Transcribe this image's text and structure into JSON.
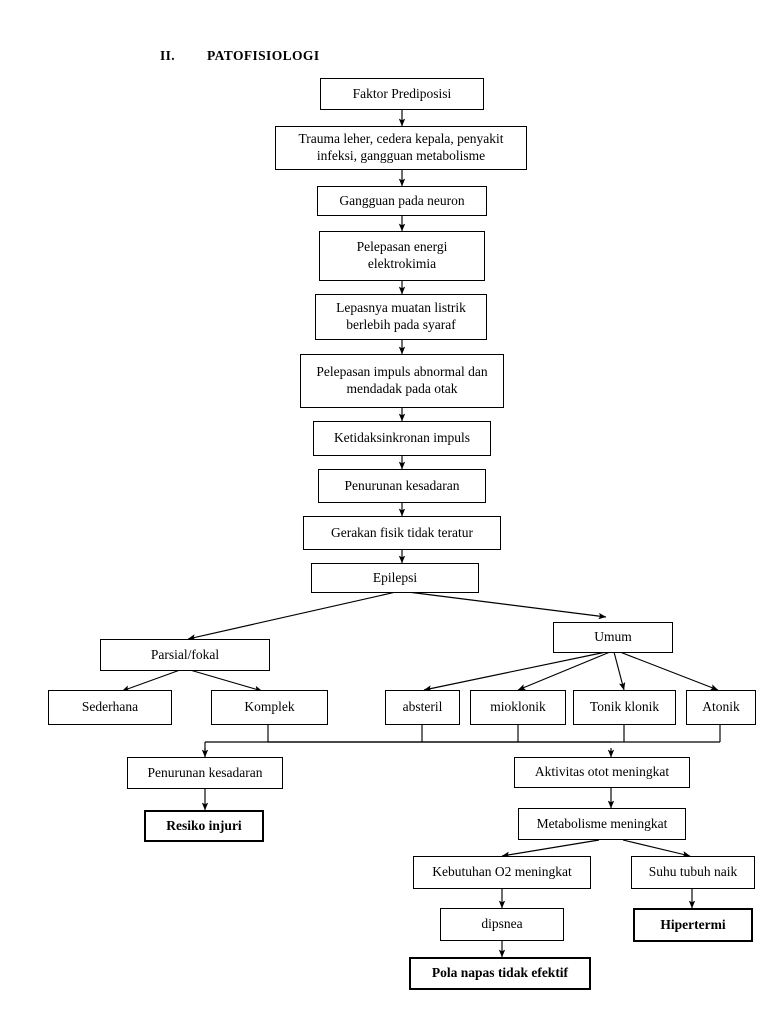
{
  "heading": {
    "numeral": "II.",
    "title": "PATOFISIOLOGI"
  },
  "nodes": {
    "faktor_predisposisi": "Faktor Prediposisi",
    "trauma": "Trauma leher, cedera kepala, penyakit infeksi, gangguan metabolisme",
    "gangguan_neuron": "Gangguan pada neuron",
    "pelepasan_energi": "Pelepasan energi elektrokimia",
    "lepasnya_muatan": "Lepasnya muatan listrik berlebih pada syaraf",
    "pelepasan_impuls": "Pelepasan impuls abnormal dan mendadak pada otak",
    "ketidaksinkronan": "Ketidaksinkronan impuls",
    "penurunan_kesadaran_1": "Penurunan kesadaran",
    "gerakan_fisik": "Gerakan fisik tidak teratur",
    "epilepsi": "Epilepsi",
    "parsial_fokal": "Parsial/fokal",
    "umum": "Umum",
    "sederhana": "Sederhana",
    "komplek": "Komplek",
    "absteril": "absteril",
    "mioklonik": "mioklonik",
    "tonik_klonik": "Tonik klonik",
    "atonik": "Atonik",
    "penurunan_kesadaran_2": "Penurunan kesadaran",
    "resiko_injuri": "Resiko injuri",
    "aktivitas_otot": "Aktivitas otot meningkat",
    "metabolisme": "Metabolisme meningkat",
    "kebutuhan_o2": "Kebutuhan O2 meningkat",
    "suhu_tubuh": "Suhu tubuh naik",
    "dipsnea": "dipsnea",
    "hipertermi": "Hipertermi",
    "pola_napas": "Pola napas tidak efektif"
  },
  "chart_data": {
    "type": "diagram",
    "title": "PATOFISIOLOGI",
    "diagram_kind": "flowchart",
    "orientation": "top-to-bottom",
    "line_color": "#000000",
    "box_fill": "#ffffff",
    "emphasis_nodes": [
      "Resiko injuri",
      "Hipertermi",
      "Pola napas tidak efektif"
    ],
    "nodes": [
      "Faktor Prediposisi",
      "Trauma leher, cedera kepala, penyakit infeksi, gangguan metabolisme",
      "Gangguan pada neuron",
      "Pelepasan energi elektrokimia",
      "Lepasnya muatan listrik berlebih pada syaraf",
      "Pelepasan impuls abnormal dan mendadak pada otak",
      "Ketidaksinkronan impuls",
      "Penurunan kesadaran",
      "Gerakan fisik tidak teratur",
      "Epilepsi",
      "Parsial/fokal",
      "Umum",
      "Sederhana",
      "Komplek",
      "absteril",
      "mioklonik",
      "Tonik klonik",
      "Atonik",
      "Penurunan kesadaran",
      "Resiko injuri",
      "Aktivitas otot meningkat",
      "Metabolisme meningkat",
      "Kebutuhan O2 meningkat",
      "Suhu tubuh naik",
      "dipsnea",
      "Hipertermi",
      "Pola napas tidak efektif"
    ],
    "edges": [
      [
        "Faktor Prediposisi",
        "Trauma leher, cedera kepala, penyakit infeksi, gangguan metabolisme"
      ],
      [
        "Trauma leher, cedera kepala, penyakit infeksi, gangguan metabolisme",
        "Gangguan pada neuron"
      ],
      [
        "Gangguan pada neuron",
        "Pelepasan energi elektrokimia"
      ],
      [
        "Pelepasan energi elektrokimia",
        "Lepasnya muatan listrik berlebih pada syaraf"
      ],
      [
        "Lepasnya muatan listrik berlebih pada syaraf",
        "Pelepasan impuls abnormal dan mendadak pada otak"
      ],
      [
        "Pelepasan impuls abnormal dan mendadak pada otak",
        "Ketidaksinkronan impuls"
      ],
      [
        "Ketidaksinkronan impuls",
        "Penurunan kesadaran"
      ],
      [
        "Penurunan kesadaran",
        "Gerakan fisik tidak teratur"
      ],
      [
        "Gerakan fisik tidak teratur",
        "Epilepsi"
      ],
      [
        "Epilepsi",
        "Parsial/fokal"
      ],
      [
        "Epilepsi",
        "Umum"
      ],
      [
        "Parsial/fokal",
        "Sederhana"
      ],
      [
        "Parsial/fokal",
        "Komplek"
      ],
      [
        "Umum",
        "absteril"
      ],
      [
        "Umum",
        "mioklonik"
      ],
      [
        "Umum",
        "Tonik klonik"
      ],
      [
        "Umum",
        "Atonik"
      ],
      [
        "Komplek",
        "Penurunan kesadaran"
      ],
      [
        "absteril",
        "Penurunan kesadaran"
      ],
      [
        "mioklonik",
        "Aktivitas otot meningkat"
      ],
      [
        "Tonik klonik",
        "Aktivitas otot meningkat"
      ],
      [
        "Atonik",
        "Aktivitas otot meningkat"
      ],
      [
        "Penurunan kesadaran",
        "Resiko injuri"
      ],
      [
        "Aktivitas otot meningkat",
        "Metabolisme meningkat"
      ],
      [
        "Metabolisme meningkat",
        "Kebutuhan O2 meningkat"
      ],
      [
        "Metabolisme meningkat",
        "Suhu tubuh naik"
      ],
      [
        "Kebutuhan O2 meningkat",
        "dipsnea"
      ],
      [
        "Suhu tubuh naik",
        "Hipertermi"
      ],
      [
        "dipsnea",
        "Pola napas tidak efektif"
      ]
    ]
  }
}
